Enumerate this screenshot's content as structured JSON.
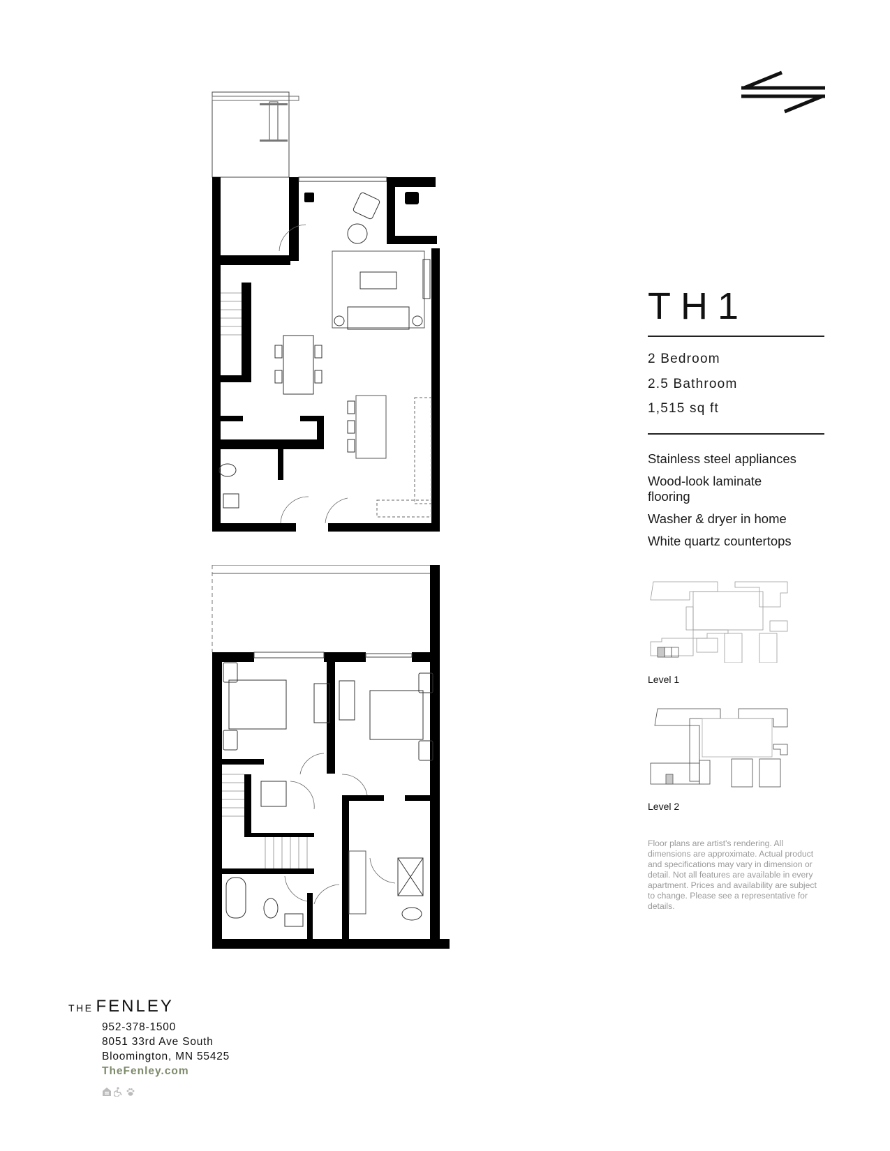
{
  "unit": {
    "name": "TH1",
    "specs": {
      "bedrooms": "2 Bedroom",
      "bathrooms": "2.5 Bathroom",
      "area": "1,515 sq ft"
    },
    "features": [
      "Stainless steel appliances",
      "Wood-look laminate flooring",
      "Washer & dryer in home",
      "White quartz countertops"
    ]
  },
  "key_plans": [
    {
      "label": "Level 1"
    },
    {
      "label": "Level 2"
    }
  ],
  "disclaimer": "Floor plans are artist's rendering. All dimensions are approximate. Actual product and specifications may vary in dimension or detail. Not all features are available in every apartment. Prices and availability are subject to change. Please see a representative for details.",
  "footer": {
    "logo_prefix": "THE",
    "logo_name": "FENLEY",
    "phone": "952-378-1500",
    "street": "8051 33rd Ave South",
    "city": "Bloomington, MN 55425",
    "website": "TheFenley.com",
    "icons": [
      "equal-housing-icon",
      "accessibility-icon",
      "pet-friendly-icon"
    ]
  },
  "colors": {
    "text": "#111111",
    "website": "#7d8a6a",
    "disclaimer": "#9a9a9a",
    "highlight_unit": "#c8c8c8",
    "wall": "#000000"
  }
}
